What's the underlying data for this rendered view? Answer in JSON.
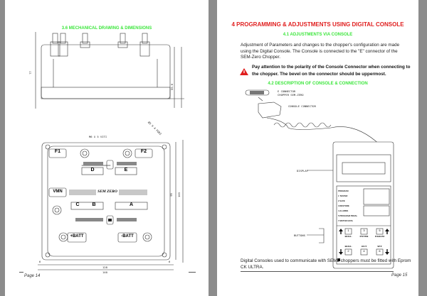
{
  "page14": {
    "heading": "3.6 MECHANICAL DRAWING & DIMENSIONS",
    "drawing": {
      "labels": [
        "F1",
        "F2",
        "VMN",
        "+BATT",
        "-BATT",
        "D",
        "E",
        "C",
        "B",
        "A"
      ],
      "logo": "SEM ZERO",
      "dimensions": [
        "M6 X 5 VITI",
        "Ø5 X 4 FORI",
        "140",
        "128",
        "6",
        "6",
        "103",
        "95",
        "59.6",
        "77"
      ]
    },
    "page_number": "Page 14"
  },
  "page15": {
    "title": "4  PROGRAMMING & ADJUSTMENTS USING DIGITAL CONSOLE",
    "section_41": "4.1 ADJUSTMENTS VIA CONSOLE",
    "paragraph": "Adjustment of Parameters and changes to the chopper's configuration are made using the Digital Console. The Console  is connected to the \"E\" connector of the SEM-Zero Chopper.",
    "warning_line1": "Pay attention to the polarity of the Console Connector when connecting to",
    "warning_line2": "the chopper.  The bevel on the connector should be uppermost.",
    "section_42": "4.2 DESCRIPTION OF CONSOLE & CONNECTION",
    "callouts": {
      "e_connector_1": "E CONNECTOR",
      "e_connector_2": "CHOPPER SEM-ZERO",
      "console_connector": "CONSOLE CONNECTOR",
      "display": "DISPLAY",
      "buttons": "BUTTONS"
    },
    "console_menu": [
      "PROGRAM",
      "1 TESTER",
      "2 SAVE",
      "3 RESTORE",
      "4 ALARMS",
      "5 PROGRAM PEDAL",
      "7 MOTOR DATA"
    ],
    "console_keys": [
      {
        "num": "1",
        "label": "ROLL"
      },
      {
        "num": "3",
        "label": "ENTER"
      },
      {
        "num": "5",
        "label": "PARAM"
      },
      {
        "num": "2",
        "label": "ROLL"
      },
      {
        "num": "4",
        "label": "OUT"
      },
      {
        "num": "6",
        "label": "SET"
      }
    ],
    "footer_note": "Digital Consoles used to communicate with SEM2  choppers must be fitted with Eprom CK ULTRA.",
    "page_number": "Page 15"
  },
  "colors": {
    "heading_green": "#3ce63c",
    "title_red": "#e01e1e",
    "warning_red": "#e01e1e"
  }
}
